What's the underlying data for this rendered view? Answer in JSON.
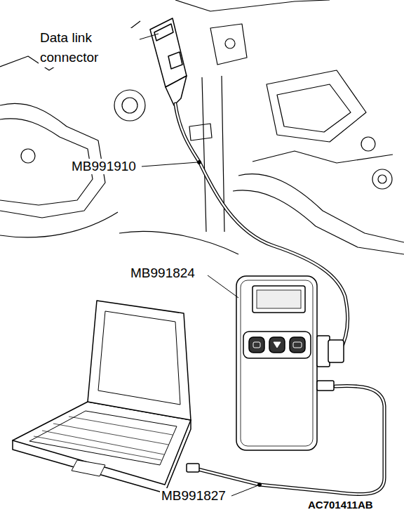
{
  "diagram": {
    "labels": [
      "Data link connector",
      "MB991910",
      "MB991824",
      "MB991827",
      "AC701411AB"
    ]
  }
}
